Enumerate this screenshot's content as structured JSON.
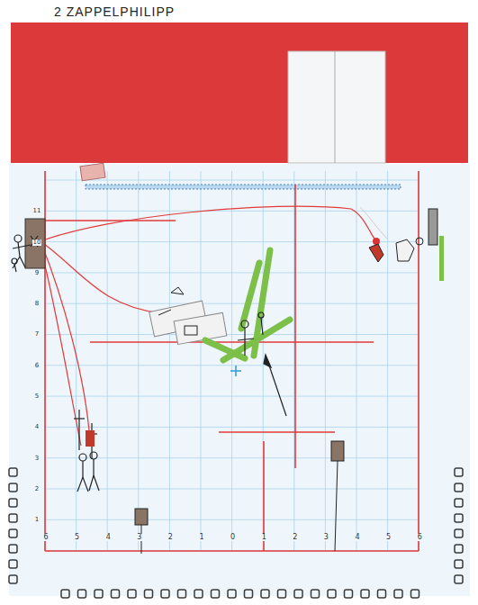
{
  "diagram": {
    "title": "2 ZAPPELPHILIPP",
    "labels": [
      "6",
      "5",
      "4",
      "3",
      "2",
      "1",
      "0",
      "1",
      "2",
      "3",
      "4",
      "5",
      "6",
      "1",
      "2",
      "3",
      "4",
      "5",
      "6",
      "7",
      "8",
      "9",
      "10",
      "11"
    ]
  }
}
